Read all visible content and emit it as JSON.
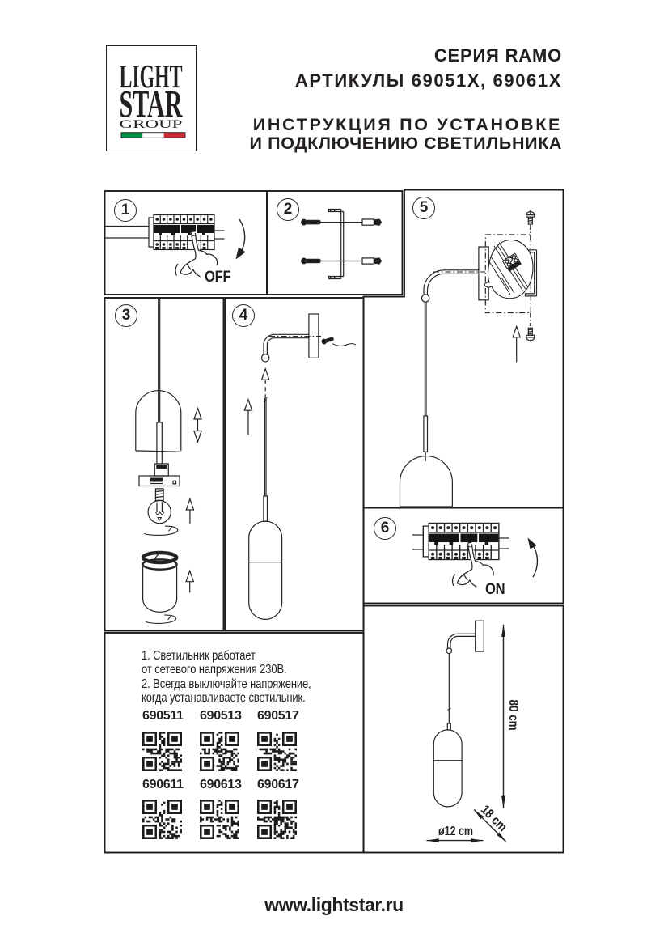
{
  "header": {
    "series": "СЕРИЯ RAMO",
    "articles_line": "АРТИКУЛЫ 69051X, 69061X",
    "instruction_line1": "ИНСТРУКЦИЯ ПО УСТАНОВКЕ",
    "instruction_line2": "И ПОДКЛЮЧЕНИЮ СВЕТИЛЬНИКА"
  },
  "logo": {
    "line1": "LIGHT",
    "line2": "STAR",
    "line3": "GROUP"
  },
  "panels": {
    "p1": {
      "number": "1",
      "label": "OFF"
    },
    "p2": {
      "number": "2"
    },
    "p3": {
      "number": "3"
    },
    "p4": {
      "number": "4"
    },
    "p5": {
      "number": "5"
    },
    "p6": {
      "number": "6",
      "label": "ON"
    }
  },
  "notes": {
    "line1": "1. Светильник работает",
    "line2": "от сетевого напряжения 230В.",
    "line3": "2. Всегда выключайте напряжение,",
    "line4": "когда устанавливаете светильник."
  },
  "articles": {
    "row1": [
      "690511",
      "690513",
      "690517"
    ],
    "row2": [
      "690611",
      "690613",
      "690617"
    ]
  },
  "dimensions": {
    "height": "80 cm",
    "depth": "18 cm",
    "diameter": "ø12 cm"
  },
  "footer": {
    "website": "www.lightstar.ru"
  },
  "colors": {
    "ink": "#231f20",
    "flag_green": "#009246",
    "flag_white": "#ffffff",
    "flag_red": "#ce2b37"
  }
}
